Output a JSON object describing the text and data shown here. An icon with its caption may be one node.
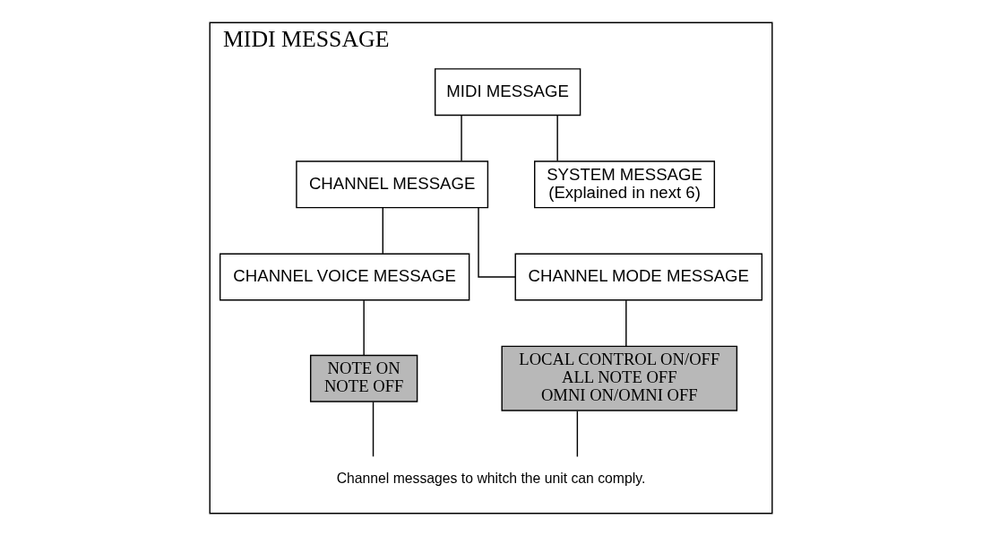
{
  "diagram": {
    "nodes": [
      {
        "text": [
          "MIDI MESSAGE"
        ]
      },
      {
        "text": [
          "MIDI MESSAGE"
        ],
        "in": 0
      },
      {
        "text": [
          "CHANNEL MESSAGE"
        ],
        "in": 0
      },
      {
        "text": [
          "SYSTEM MESSAGE",
          "(Explained in next 6)"
        ],
        "in": 0
      },
      {
        "text": [
          "CHANNEL VOICE MESSAGE"
        ],
        "in": 0
      },
      {
        "text": [
          "CHANNEL MODE MESSAGE"
        ],
        "in": 0
      },
      {
        "text": [
          "NOTE ON",
          "NOTE OFF"
        ],
        "in": 0
      },
      {
        "text": [
          "LOCAL CONTROL ON/OFF",
          "ALL NOTE OFF",
          "OMNI ON/OMNI OFF"
        ],
        "in": 0
      },
      {
        "text": [
          "Channel messages to whitch the unit can comply."
        ],
        "in": 0
      }
    ],
    "edges": [
      {
        "from": 1,
        "to": 2,
        "arrow": "none"
      },
      {
        "from": 1,
        "to": 3,
        "arrow": "none"
      },
      {
        "from": 2,
        "to": 4,
        "arrow": "none"
      },
      {
        "from": 2,
        "to": 5,
        "arrow": "none"
      },
      {
        "from": 4,
        "to": 6,
        "arrow": "none"
      },
      {
        "from": 5,
        "to": 7,
        "arrow": "none"
      },
      {
        "from": 6,
        "to": 8,
        "arrow": "none"
      },
      {
        "from": 7,
        "to": 8,
        "arrow": "none"
      }
    ]
  }
}
